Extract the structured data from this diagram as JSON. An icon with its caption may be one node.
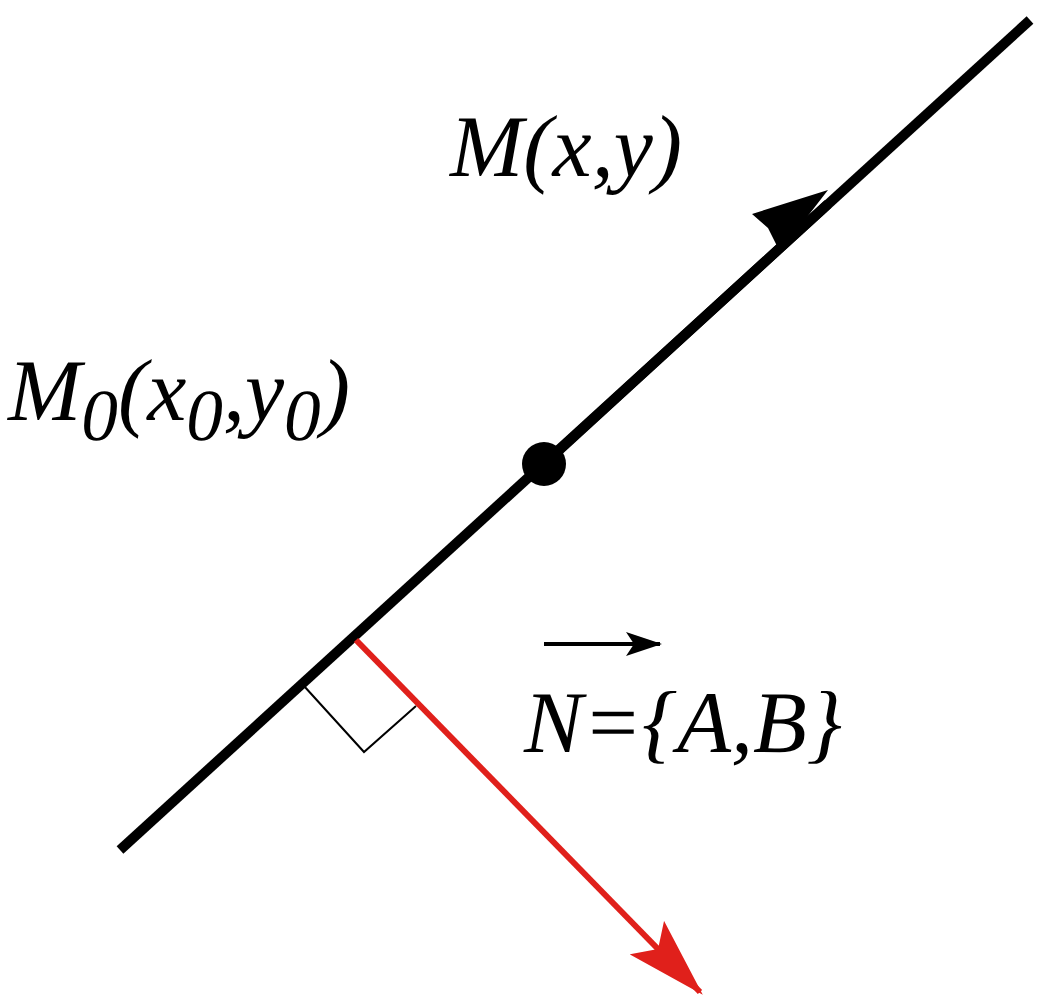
{
  "diagram": {
    "labels": [
      "M(x,y)",
      "M$_{0}$(x$_{0}$,y$_{0}$)",
      "N={A,B}"
    ]
  }
}
